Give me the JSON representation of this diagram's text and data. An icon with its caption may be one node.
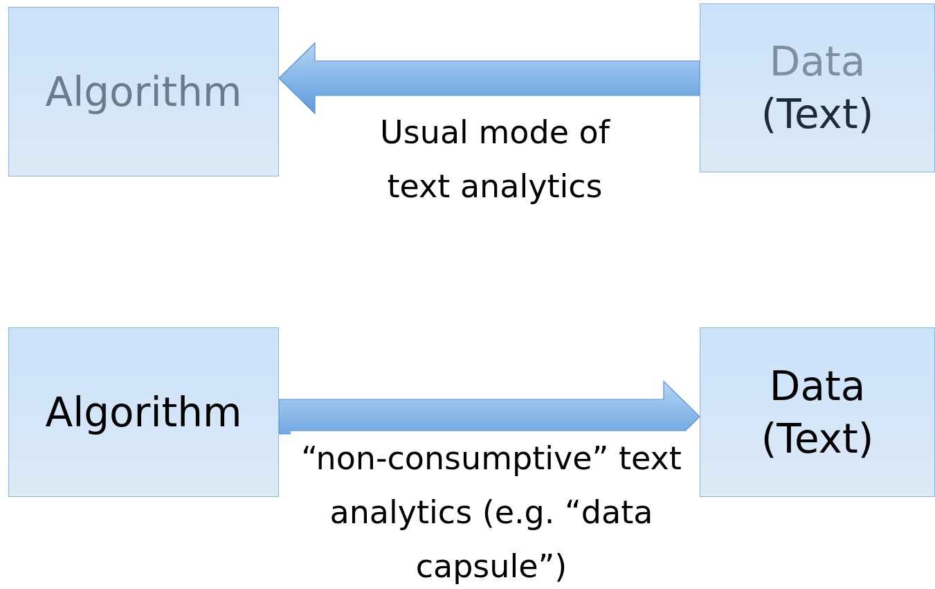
{
  "diagram": {
    "nodes": [
      {
        "text": [
          "Algorithm"
        ]
      },
      {
        "text": [
          "Data",
          "(Text)"
        ]
      },
      {
        "text": [
          "Algorithm"
        ]
      },
      {
        "text": [
          "Data",
          "(Text)"
        ]
      }
    ],
    "edges": [
      {
        "from": 1,
        "to": 0,
        "arrow": "to",
        "label": "Usual mode of text analytics"
      },
      {
        "from": 2,
        "to": 3,
        "arrow": "to",
        "label": "“non-consumptive” text analytics (e.g. “data capsule”)"
      }
    ]
  }
}
